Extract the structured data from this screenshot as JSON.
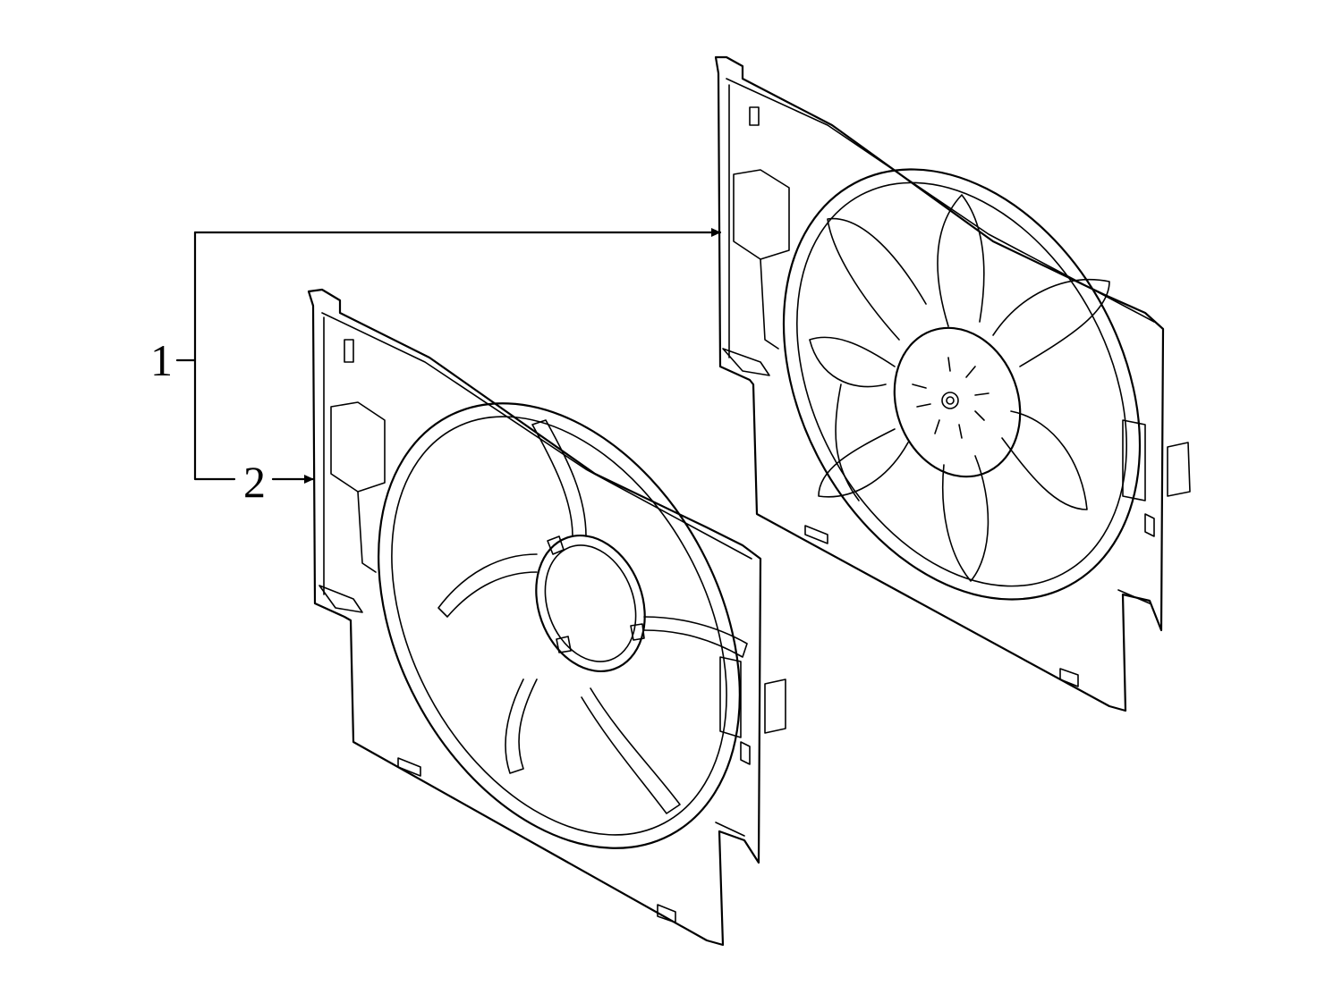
{
  "callouts": [
    {
      "id": "1",
      "label": "1"
    },
    {
      "id": "2",
      "label": "2"
    }
  ],
  "parts": [
    {
      "id": "1",
      "name": "fan-assembly",
      "highlight_color": "#9fdcfa"
    },
    {
      "id": "2",
      "name": "fan-shroud",
      "highlight_color": "#ffffff"
    }
  ],
  "colors": {
    "line": "#000000",
    "highlight": "#9fdcfa",
    "background": "#ffffff"
  }
}
